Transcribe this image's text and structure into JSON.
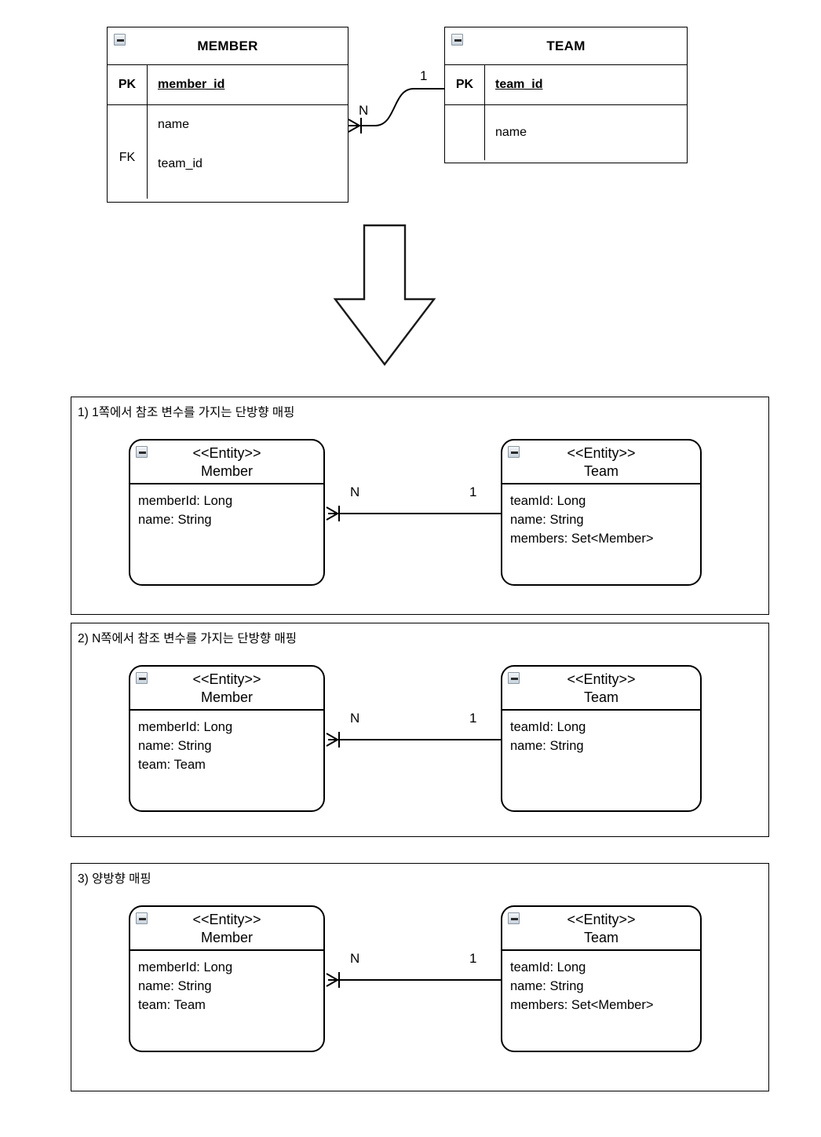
{
  "er_diagram": {
    "tables": [
      {
        "name": "MEMBER",
        "collapse_icon": "minimize-icon",
        "rows": [
          {
            "key": "PK",
            "field": "member_id",
            "underline": true
          },
          {
            "key": "",
            "field": "name",
            "underline": false
          },
          {
            "key": "FK",
            "field": "team_id",
            "underline": false
          }
        ]
      },
      {
        "name": "TEAM",
        "collapse_icon": "minimize-icon",
        "rows": [
          {
            "key": "PK",
            "field": "team_id",
            "underline": true
          },
          {
            "key": "",
            "field": "name",
            "underline": false
          }
        ]
      }
    ],
    "relationship": {
      "many_label": "N",
      "one_label": "1"
    }
  },
  "transform_arrow": {
    "icon": "down-arrow-icon",
    "direction": "down"
  },
  "panels": [
    {
      "title": "1) 1쪽에서 참조 변수를 가지는 단방향 매핑",
      "left_entity": {
        "stereotype": "<<Entity>>",
        "name": "Member",
        "attributes": [
          "memberId: Long",
          "name: String"
        ]
      },
      "right_entity": {
        "stereotype": "<<Entity>>",
        "name": "Team",
        "attributes": [
          "teamId: Long",
          "name: String",
          "members: Set<Member>"
        ]
      },
      "many_label": "N",
      "one_label": "1"
    },
    {
      "title": "2) N쪽에서 참조 변수를 가지는 단방향 매핑",
      "left_entity": {
        "stereotype": "<<Entity>>",
        "name": "Member",
        "attributes": [
          "memberId: Long",
          "name: String",
          "team: Team"
        ]
      },
      "right_entity": {
        "stereotype": "<<Entity>>",
        "name": "Team",
        "attributes": [
          "teamId: Long",
          "name: String"
        ]
      },
      "many_label": "N",
      "one_label": "1"
    },
    {
      "title": "3) 양방향 매핑",
      "left_entity": {
        "stereotype": "<<Entity>>",
        "name": "Member",
        "attributes": [
          "memberId: Long",
          "name: String",
          "team: Team"
        ]
      },
      "right_entity": {
        "stereotype": "<<Entity>>",
        "name": "Team",
        "attributes": [
          "teamId: Long",
          "name: String",
          "members: Set<Member>"
        ]
      },
      "many_label": "N",
      "one_label": "1"
    }
  ],
  "colors": {
    "stroke": "#000000",
    "background": "#ffffff",
    "icon_border": "#8a97a3"
  }
}
